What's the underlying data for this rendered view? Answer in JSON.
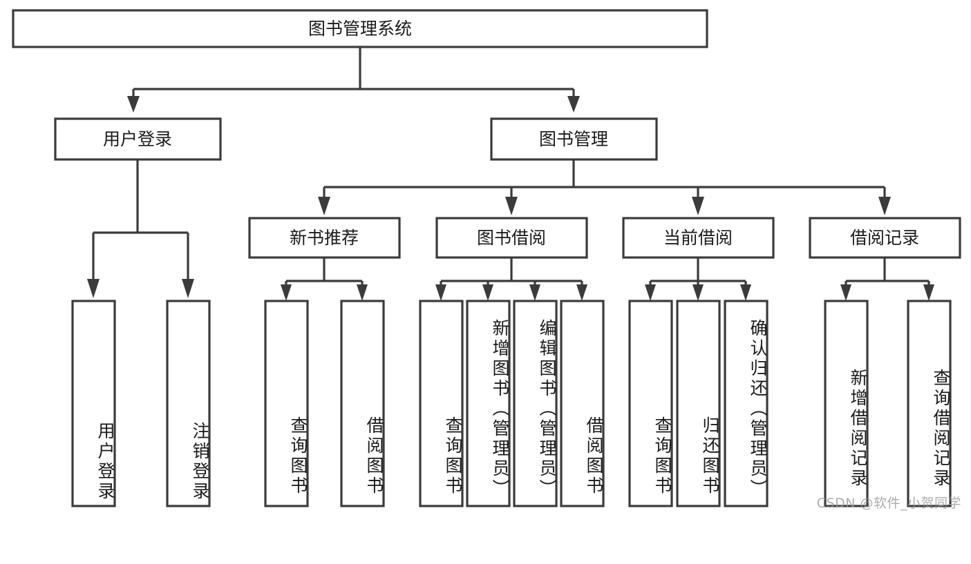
{
  "diagram": {
    "type": "tree-hierarchy",
    "title": "图书管理系统",
    "root": {
      "label": "图书管理系统",
      "orientation": "horizontal"
    },
    "level2": [
      {
        "id": "user-login",
        "label": "用户登录"
      },
      {
        "id": "book-manage",
        "label": "图书管理"
      }
    ],
    "level3": [
      {
        "id": "new-book-recommend",
        "label": "新书推荐",
        "parent": "book-manage"
      },
      {
        "id": "book-borrow",
        "label": "图书借阅",
        "parent": "book-manage"
      },
      {
        "id": "current-borrow",
        "label": "当前借阅",
        "parent": "book-manage"
      },
      {
        "id": "borrow-record",
        "label": "借阅记录",
        "parent": "book-manage"
      }
    ],
    "leaves": {
      "user-login": [
        {
          "id": "leaf-user-login",
          "label": "用户登录"
        },
        {
          "id": "leaf-logout",
          "label": "注销登录"
        }
      ],
      "new-book-recommend": [
        {
          "id": "leaf-query-book-1",
          "label": "查询图书"
        },
        {
          "id": "leaf-borrow-book-1",
          "label": "借阅图书"
        }
      ],
      "book-borrow": [
        {
          "id": "leaf-query-book-2",
          "label": "查询图书"
        },
        {
          "id": "leaf-add-book",
          "label": "新增图书（管理员）"
        },
        {
          "id": "leaf-edit-book",
          "label": "编辑图书（管理员）"
        },
        {
          "id": "leaf-borrow-book-2",
          "label": "借阅图书"
        }
      ],
      "current-borrow": [
        {
          "id": "leaf-query-book-3",
          "label": "查询图书"
        },
        {
          "id": "leaf-return-book",
          "label": "归还图书"
        },
        {
          "id": "leaf-confirm-return",
          "label": "确认归还（管理员）"
        }
      ],
      "borrow-record": [
        {
          "id": "leaf-add-record",
          "label": "新增借阅记录"
        },
        {
          "id": "leaf-query-record",
          "label": "查询借阅记录"
        }
      ]
    },
    "colors": {
      "stroke": "#3b3b3b",
      "fill": "#ffffff",
      "text": "#1a1a1a",
      "watermark": "#9a9a9a"
    }
  },
  "watermark": {
    "text": "CSDN @软件_小贺同学"
  }
}
